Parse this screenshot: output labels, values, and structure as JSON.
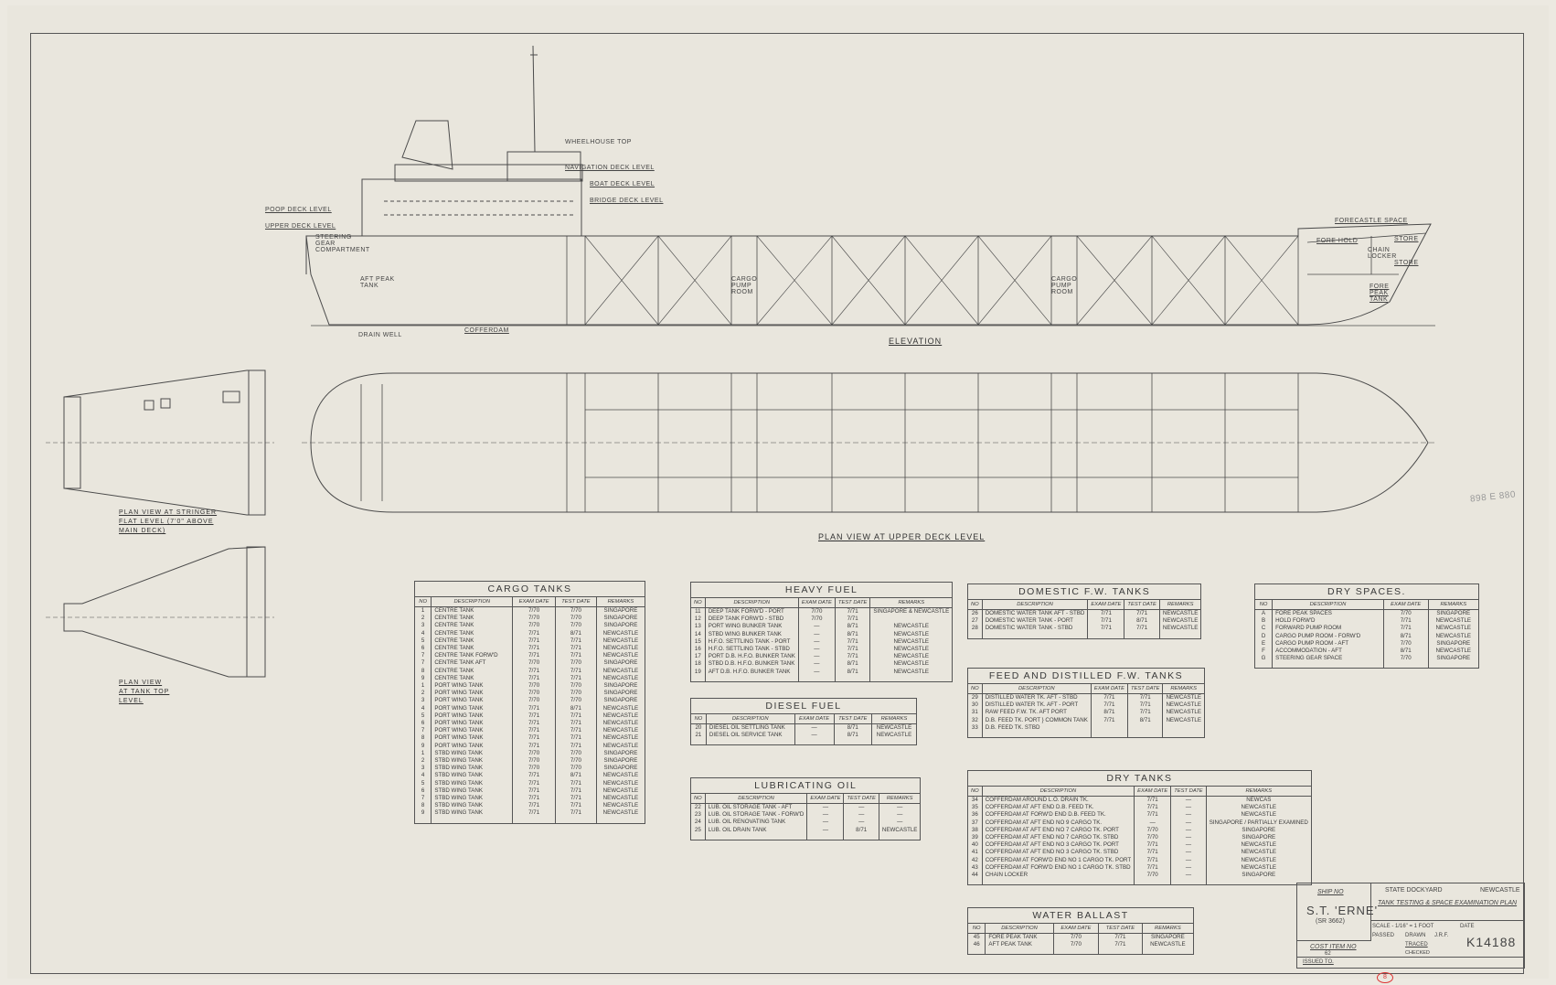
{
  "drawing": {
    "elevation_title": "Elevation",
    "plan_upper_title": "Plan View at Upper Deck Level",
    "plan_stringer_title": "Plan View at Stringer Flat Level (7'0\" Above Main Deck)",
    "plan_tanktop_title": "Plan View at Tank Top Level",
    "labels": {
      "wheelhouse_top": "Wheelhouse Top",
      "navigation_deck": "Navigation Deck Level",
      "boat_deck": "Boat Deck Level",
      "bridge_deck": "Bridge Deck Level",
      "poop_deck": "Poop Deck Level",
      "upper_deck": "Upper Deck Level",
      "steering_gear": "Steering Gear Compartment",
      "aft_peak": "Aft Peak Tank",
      "drain_well": "Drain Well",
      "cofferdam": "Cofferdam",
      "cargo_pump_room": "Cargo Pump Room",
      "forecastle_space": "Forecastle Space",
      "fore_hold": "Fore Hold",
      "store": "Store",
      "chain_locker": "Chain Locker",
      "fore_peak_tank": "Fore Peak Tank"
    },
    "handwritten_note": "898 E 880"
  },
  "tables": {
    "cargo_tanks": {
      "title": "Cargo Tanks",
      "headers": [
        "No",
        "Description",
        "Exam Date",
        "Test Date",
        "Remarks"
      ],
      "rows": [
        [
          "1",
          "Centre Tank",
          "7/70",
          "7/70",
          "Singapore"
        ],
        [
          "2",
          "Centre Tank",
          "7/70",
          "7/70",
          "Singapore"
        ],
        [
          "3",
          "Centre Tank",
          "7/70",
          "7/70",
          "Singapore"
        ],
        [
          "4",
          "Centre Tank",
          "7/71",
          "8/71",
          "Newcastle"
        ],
        [
          "5",
          "Centre Tank",
          "7/71",
          "7/71",
          "Newcastle"
        ],
        [
          "6",
          "Centre Tank",
          "7/71",
          "7/71",
          "Newcastle"
        ],
        [
          "7",
          "Centre Tank Forw'd",
          "7/71",
          "7/71",
          "Newcastle"
        ],
        [
          "7",
          "Centre Tank Aft",
          "7/70",
          "7/70",
          "Singapore"
        ],
        [
          "8",
          "Centre Tank",
          "7/71",
          "7/71",
          "Newcastle"
        ],
        [
          "9",
          "Centre Tank",
          "7/71",
          "7/71",
          "Newcastle"
        ],
        [
          "1",
          "Port Wing Tank",
          "7/70",
          "7/70",
          "Singapore"
        ],
        [
          "2",
          "Port Wing Tank",
          "7/70",
          "7/70",
          "Singapore"
        ],
        [
          "3",
          "Port Wing Tank",
          "7/70",
          "7/70",
          "Singapore"
        ],
        [
          "4",
          "Port Wing Tank",
          "7/71",
          "8/71",
          "Newcastle"
        ],
        [
          "5",
          "Port Wing Tank",
          "7/71",
          "7/71",
          "Newcastle"
        ],
        [
          "6",
          "Port Wing Tank",
          "7/71",
          "7/71",
          "Newcastle"
        ],
        [
          "7",
          "Port Wing Tank",
          "7/71",
          "7/71",
          "Newcastle"
        ],
        [
          "8",
          "Port Wing Tank",
          "7/71",
          "7/71",
          "Newcastle"
        ],
        [
          "9",
          "Port Wing Tank",
          "7/71",
          "7/71",
          "Newcastle"
        ],
        [
          "1",
          "Stbd Wing Tank",
          "7/70",
          "7/70",
          "Singapore"
        ],
        [
          "2",
          "Stbd Wing Tank",
          "7/70",
          "7/70",
          "Singapore"
        ],
        [
          "3",
          "Stbd Wing Tank",
          "7/70",
          "7/70",
          "Singapore"
        ],
        [
          "4",
          "Stbd Wing Tank",
          "7/71",
          "8/71",
          "Newcastle"
        ],
        [
          "5",
          "Stbd Wing Tank",
          "7/71",
          "7/71",
          "Newcastle"
        ],
        [
          "6",
          "Stbd Wing Tank",
          "7/71",
          "7/71",
          "Newcastle"
        ],
        [
          "7",
          "Stbd Wing Tank",
          "7/71",
          "7/71",
          "Newcastle"
        ],
        [
          "8",
          "Stbd Wing Tank",
          "7/71",
          "7/71",
          "Newcastle"
        ],
        [
          "9",
          "Stbd Wing Tank",
          "7/71",
          "7/71",
          "Newcastle"
        ]
      ]
    },
    "heavy_fuel": {
      "title": "Heavy Fuel",
      "headers": [
        "No",
        "Description",
        "Exam Date",
        "Test Date",
        "Remarks"
      ],
      "rows": [
        [
          "11",
          "Deep Tank Forw'd - Port",
          "7/70",
          "7/71",
          "Singapore & Newcastle"
        ],
        [
          "12",
          "Deep Tank Forw'd - Stbd",
          "7/70",
          "7/71",
          ""
        ],
        [
          "13",
          "Port Wing Bunker Tank",
          "—",
          "8/71",
          "Newcastle"
        ],
        [
          "14",
          "Stbd Wing Bunker Tank",
          "—",
          "8/71",
          "Newcastle"
        ],
        [
          "15",
          "H.F.O. Settling Tank - Port",
          "—",
          "7/71",
          "Newcastle"
        ],
        [
          "16",
          "H.F.O. Settling Tank - Stbd",
          "—",
          "7/71",
          "Newcastle"
        ],
        [
          "17",
          "Port D.B. H.F.O. Bunker Tank",
          "—",
          "7/71",
          "Newcastle"
        ],
        [
          "18",
          "Stbd D.B. H.F.O. Bunker Tank",
          "—",
          "8/71",
          "Newcastle"
        ],
        [
          "19",
          "Aft D.B. H.F.O. Bunker Tank",
          "—",
          "8/71",
          "Newcastle"
        ]
      ]
    },
    "diesel_fuel": {
      "title": "Diesel Fuel",
      "headers": [
        "No",
        "Description",
        "Exam Date",
        "Test Date",
        "Remarks"
      ],
      "rows": [
        [
          "20",
          "Diesel Oil Settling Tank",
          "—",
          "8/71",
          "Newcastle"
        ],
        [
          "21",
          "Diesel Oil Service Tank",
          "—",
          "8/71",
          "Newcastle"
        ]
      ]
    },
    "lubricating_oil": {
      "title": "Lubricating Oil",
      "headers": [
        "No",
        "Description",
        "Exam Date",
        "Test Date",
        "Remarks"
      ],
      "rows": [
        [
          "22",
          "Lub. Oil Storage Tank - Aft",
          "—",
          "—",
          "—"
        ],
        [
          "23",
          "Lub. Oil Storage Tank - Forw'd",
          "—",
          "—",
          "—"
        ],
        [
          "24",
          "Lub. Oil Renovating Tank",
          "—",
          "—",
          "—"
        ],
        [
          "25",
          "Lub. Oil Drain Tank",
          "—",
          "8/71",
          "Newcastle"
        ]
      ]
    },
    "domestic_fw": {
      "title": "Domestic F.W. Tanks",
      "headers": [
        "No",
        "Description",
        "Exam Date",
        "Test Date",
        "Remarks"
      ],
      "rows": [
        [
          "26",
          "Domestic Water Tank Aft - Stbd",
          "7/71",
          "7/71",
          "Newcastle"
        ],
        [
          "27",
          "Domestic Water Tank - Port",
          "7/71",
          "8/71",
          "Newcastle"
        ],
        [
          "28",
          "Domestic Water Tank - Stbd",
          "7/71",
          "7/71",
          "Newcastle"
        ]
      ]
    },
    "feed_distilled": {
      "title": "Feed and Distilled F.W. Tanks",
      "headers": [
        "No",
        "Description",
        "Exam Date",
        "Test Date",
        "Remarks"
      ],
      "rows": [
        [
          "29",
          "Distilled Water Tk. Aft - Stbd",
          "7/71",
          "7/71",
          "Newcastle"
        ],
        [
          "30",
          "Distilled Water Tk. Aft - Port",
          "7/71",
          "7/71",
          "Newcastle"
        ],
        [
          "31",
          "Raw Feed F.W. Tk. Aft Port",
          "8/71",
          "7/71",
          "Newcastle"
        ],
        [
          "32",
          "D.B. Feed Tk. Port  } Common Tank",
          "7/71",
          "8/71",
          "Newcastle"
        ],
        [
          "33",
          "D.B. Feed Tk. Stbd",
          "",
          "",
          ""
        ]
      ]
    },
    "dry_tanks": {
      "title": "Dry Tanks",
      "headers": [
        "No",
        "Description",
        "Exam Date",
        "Test Date",
        "Remarks"
      ],
      "rows": [
        [
          "34",
          "Cofferdam Around L.O. Drain Tk.",
          "7/71",
          "—",
          "Newcas"
        ],
        [
          "35",
          "Cofferdam at Aft End D.B. Feed Tk.",
          "7/71",
          "—",
          "Newcastle"
        ],
        [
          "36",
          "Cofferdam at Forw'd End D.B. Feed Tk.",
          "7/71",
          "—",
          "Newcastle"
        ],
        [
          "37",
          "Cofferdam at Aft End No 9 Cargo Tk.",
          "—",
          "—",
          "Singapore / Partially Examined"
        ],
        [
          "38",
          "Cofferdam at Aft End No 7 Cargo Tk. Port",
          "7/70",
          "—",
          "Singapore"
        ],
        [
          "39",
          "Cofferdam at Aft End No 7 Cargo Tk. Stbd",
          "7/70",
          "—",
          "Singapore"
        ],
        [
          "40",
          "Cofferdam at Aft End No 3 Cargo Tk. Port",
          "7/71",
          "—",
          "Newcastle"
        ],
        [
          "41",
          "Cofferdam at Aft End No 3 Cargo Tk. Stbd",
          "7/71",
          "—",
          "Newcastle"
        ],
        [
          "42",
          "Cofferdam at Forw'd End No 1 Cargo Tk. Port",
          "7/71",
          "—",
          "Newcastle"
        ],
        [
          "43",
          "Cofferdam at Forw'd End No 1 Cargo Tk. Stbd",
          "7/71",
          "—",
          "Newcastle"
        ],
        [
          "44",
          "Chain Locker",
          "7/70",
          "—",
          "Singapore"
        ]
      ]
    },
    "water_ballast": {
      "title": "Water Ballast",
      "headers": [
        "No",
        "Description",
        "Exam Date",
        "Test Date",
        "Remarks"
      ],
      "rows": [
        [
          "45",
          "Fore Peak Tank",
          "7/70",
          "7/71",
          "Singapore"
        ],
        [
          "46",
          "Aft Peak Tank",
          "7/70",
          "7/71",
          "Newcastle"
        ]
      ]
    },
    "dry_spaces": {
      "title": "Dry Spaces.",
      "headers": [
        "No",
        "Description",
        "Exam Date",
        "Remarks"
      ],
      "rows": [
        [
          "A",
          "Fore Peak Spaces",
          "7/70",
          "Singapore"
        ],
        [
          "B",
          "Hold Forw'd",
          "7/71",
          "Newcastle"
        ],
        [
          "C",
          "Forward Pump Room",
          "7/71",
          "Newcastle"
        ],
        [
          "D",
          "Cargo Pump Room - Forw'd",
          "8/71",
          "Newcastle"
        ],
        [
          "E",
          "Cargo Pump Room - Aft",
          "7/70",
          "Singapore"
        ],
        [
          "F",
          "Accommodation - Aft",
          "8/71",
          "Newcastle"
        ],
        [
          "G",
          "Steering Gear Space",
          "7/70",
          "Singapore"
        ]
      ]
    }
  },
  "title_block": {
    "ship_no_label": "Ship No",
    "ship_name": "S.T. 'ERNE'",
    "ship_code": "(SR 3662)",
    "cost_item_label": "Cost Item No",
    "cost_item": "62",
    "yard": "State Dockyard",
    "city": "Newcastle",
    "plan_title": "Tank Testing & Space Examination Plan",
    "scale": "Scale - 1/16\" = 1 Foot",
    "passed": "Passed",
    "drawn_label": "Drawn",
    "drawn": "J.R.F.",
    "traced": "Traced",
    "checked": "Checked",
    "date_label": "Date",
    "drawing_no": "K14188",
    "issued_to": "Issued To.",
    "sheet_mark": "8"
  }
}
